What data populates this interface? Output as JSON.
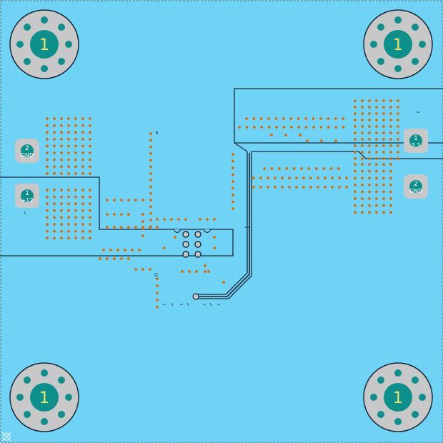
{
  "colors": {
    "board": "#6fd3f5",
    "outline": "#1a2a3a",
    "pad_gray": "#c8c8c8",
    "pad_teal": "#0d8f8c",
    "via_orange": "#e06a00",
    "label_yellow": "#f5e66a",
    "label_white": "#ffffff"
  },
  "mounting_holes": [
    {
      "id": "top-left",
      "label": "1"
    },
    {
      "id": "top-right",
      "label": "1"
    },
    {
      "id": "bottom-left",
      "label": "1"
    },
    {
      "id": "bottom-right",
      "label": "1"
    }
  ],
  "connectors": [
    {
      "id": "left-gnd",
      "number": "2",
      "net": "GND"
    },
    {
      "id": "left-12v",
      "number": "1",
      "net": "+12"
    },
    {
      "id": "right-33v",
      "number": "1",
      "net": "3.3"
    },
    {
      "id": "right-gnd",
      "number": "2",
      "net": "GND"
    }
  ],
  "icons": {
    "via": "circle-via-icon",
    "mounting_hole": "mounting-hole-icon",
    "origin_marker": "origin-cross-icon"
  }
}
